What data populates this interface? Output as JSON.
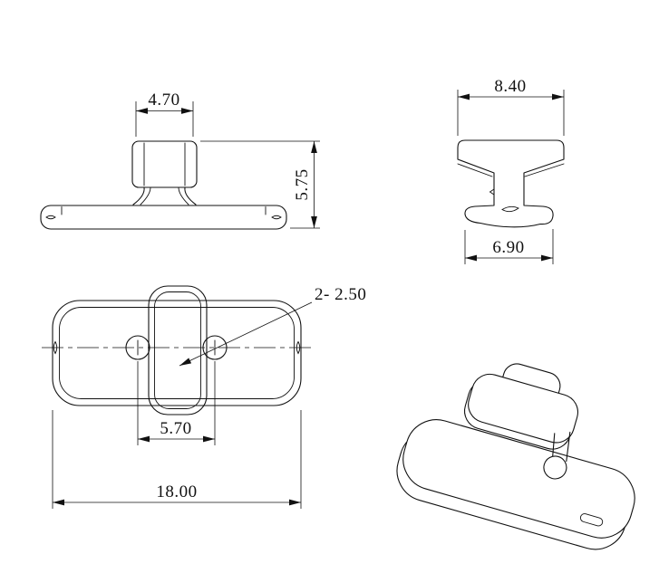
{
  "app": {
    "background": "#ffffff",
    "line_color": "#111111"
  },
  "dimensions": {
    "front_width": "4.70",
    "front_height": "5.75",
    "side_top_width": "8.40",
    "side_bottom_width": "6.90",
    "hole_callout": "2- 2.50",
    "hole_spacing": "5.70",
    "overall_length": "18.00"
  }
}
